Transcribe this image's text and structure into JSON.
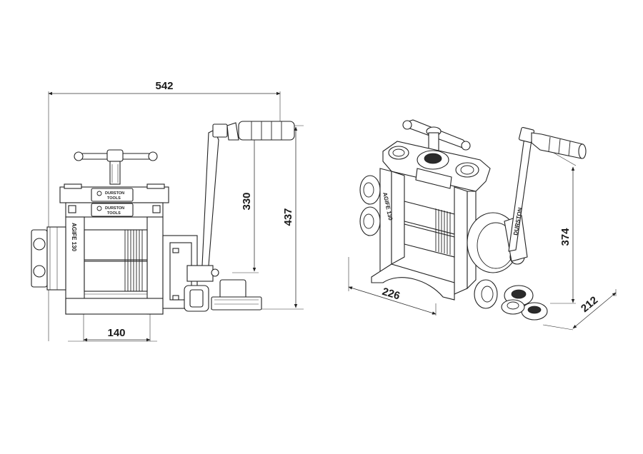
{
  "dimensions": {
    "width_total": "542",
    "height_total": "437",
    "height_handle": "330",
    "width_base": "140",
    "iso_depth": "226",
    "iso_height": "374",
    "iso_width": "212"
  },
  "labels": {
    "brand_line1": "DURSTON",
    "brand_line2": "TOOLS",
    "model_vertical": "AGIFE 130",
    "gear_word": "DURSTON"
  }
}
